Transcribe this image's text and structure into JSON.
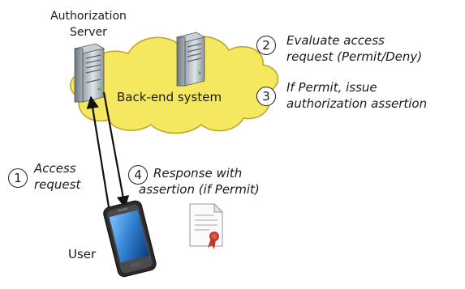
{
  "title_lines": [
    "Authorization",
    "Server"
  ],
  "cloud_label": "Back-end system",
  "user_label": "User",
  "steps": [
    {
      "num": "1",
      "lines": [
        "Access",
        "request"
      ]
    },
    {
      "num": "2",
      "lines": [
        "Evaluate access",
        "request (Permit/Deny)"
      ]
    },
    {
      "num": "3",
      "lines": [
        "If Permit, issue",
        "authorization assertion"
      ]
    },
    {
      "num": "4",
      "lines": [
        "Response with",
        "assertion (if Permit)"
      ]
    }
  ],
  "colors": {
    "cloud": "#f5e75f",
    "cloud_stroke": "#b8a42a",
    "arrow": "#111111",
    "phone_frame": "#2a2a2a",
    "phone_screen": "#2f7fd0",
    "seal": "#c0392b"
  },
  "icons": [
    "server-icon",
    "back-end-server-icon",
    "smartphone-icon",
    "certificate-document-icon"
  ]
}
